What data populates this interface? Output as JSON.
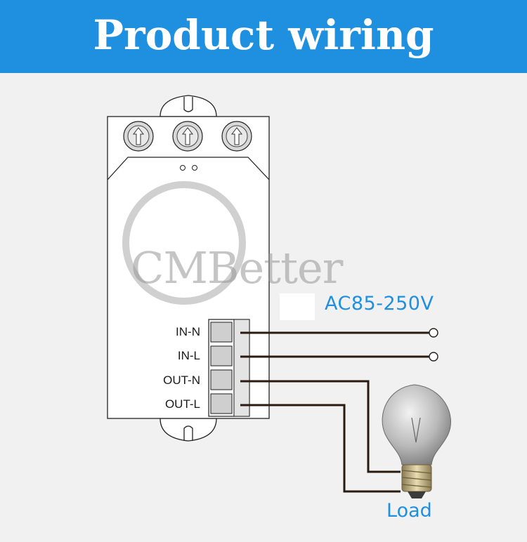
{
  "header": {
    "title": "Product wiring"
  },
  "watermark": {
    "text": "CMBetter"
  },
  "terminals": [
    {
      "label": "IN-N"
    },
    {
      "label": "IN-L"
    },
    {
      "label": "OUT-N"
    },
    {
      "label": "OUT-L"
    }
  ],
  "supply": {
    "label": "AC85-250V"
  },
  "load": {
    "label": "Load"
  },
  "colors": {
    "banner": "#1f8fe0",
    "accent_text": "#1f8fe0",
    "wire": "#2a1a10"
  }
}
